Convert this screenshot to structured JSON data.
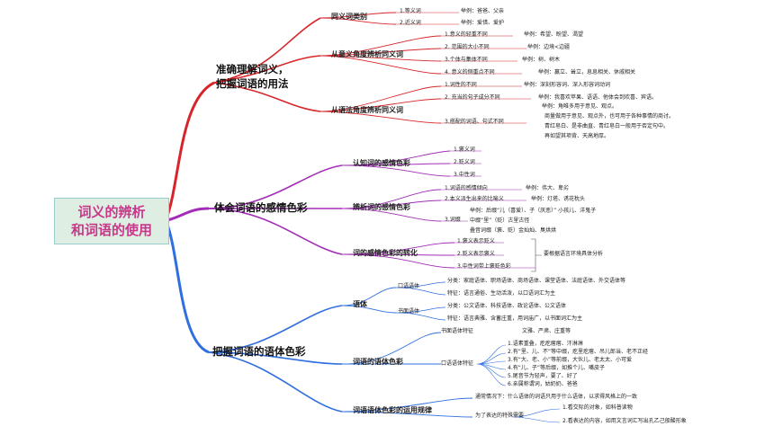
{
  "root": {
    "line1": "词义的辨析",
    "line2": "和词语的使用"
  },
  "branches": [
    {
      "label": "准确理解词义，",
      "label2": "把握词语的用法",
      "children": [
        {
          "label": "同义词类别",
          "items": [
            {
              "label": "1.等义词",
              "example": "举例：爸爸、父亲"
            },
            {
              "label": "2.近义词",
              "example": "举例：爱惜、爱护"
            }
          ]
        },
        {
          "label": "从意义角度辨析同义词",
          "items": [
            {
              "label": "1.意义的轻重不同",
              "example": "举例：希望、盼望、渴望"
            },
            {
              "label": "2. 范围的大小不同",
              "example": "举例：边境<边疆"
            },
            {
              "label": "3.个体与集体不同",
              "example": "举例：树、树木"
            },
            {
              "label": "4. 意义的侧重点不同",
              "example": "举例：赢立、耸立，息息相关、休戚相关"
            }
          ]
        },
        {
          "label": "从语法角度辨析同义词",
          "items": [
            {
              "label": "1.词性的不同",
              "example": "举例：深刻形容词、深入形容词动词"
            },
            {
              "label": "2. 充当的句子成分不同",
              "example": "举例：我喜欢苹果、语语、他体会到欢喜、宾语。"
            },
            {
              "label": "3.搭配的词语、句式不同",
              "example": "举例：角唯多用于意见、观点。",
              "extra": [
                "商量做用于意见、观点外，也可用于各种事情的商讨。",
                "青红皂白、是非曲直、青红皂白一般用于否定句中。",
                "再如望其项背、天高地厚。"
              ]
            }
          ]
        }
      ]
    },
    {
      "label": "体会词语的感情色彩",
      "children": [
        {
          "label": "认知词的感情色彩",
          "items": [
            {
              "label": "1.褒义词"
            },
            {
              "label": "2.贬义词"
            },
            {
              "label": "3.中性词"
            }
          ]
        },
        {
          "label": "辨析词的感情色彩",
          "items": [
            {
              "label": "1.词语的感情倾向",
              "example": "举例：伟大、卑劣"
            },
            {
              "label": "2.本义派生出来的比喻义",
              "example": "举例：灯塔、诱花枕头"
            },
            {
              "label": "3.词缀",
              "extra": [
                "举例：后缀“儿（喜爱）、子（厌恶）”  小孩儿、洋鬼子",
                "中缀“里”（贬）古里古怪",
                "叠音词缀（褒、贬）金灿灿、臭烘烘"
              ]
            }
          ]
        },
        {
          "label": "词的感情色彩的转化",
          "items": [
            {
              "label": "1.褒义表示贬义"
            },
            {
              "label": "2.贬义表示褒义"
            },
            {
              "label": "3.中性词带上褒贬色彩"
            }
          ],
          "note": "要根据语言环境具体分析"
        }
      ]
    },
    {
      "label": "把握词语的语体色彩",
      "children": [
        {
          "label": "语体",
          "items": [
            {
              "label": "口语语体",
              "lines": [
                "分类：家庭语体、职场语体、商场语体、课堂语体、法庭语体、外交语体等",
                "特征：语言通俗、生动活泼，以口语词汇为主"
              ]
            },
            {
              "label": "书面语体",
              "lines": [
                "分类：公文语体、科技语体、政论语体、公文语体",
                "特征：语言典雅、含蓄庄重，用词庙广，以书面词汇为主"
              ]
            }
          ]
        },
        {
          "label": "词语的语体色彩",
          "items": [
            {
              "label": "书面语体特征",
              "lines": [
                "文雅、严肃、庄重等"
              ]
            },
            {
              "label": "口语语体特征",
              "lines": [
                "1.语素重叠，疙疙瘩瘩、汗淋淋",
                "2.有“里、儿、不”等中缀，疙里疙瘩、吊儿郎当、老不正经",
                "3.有“大、老、小”等前缀，大伙儿、老太太、小可爱",
                "4.有“儿、子”等后缀，如推个儿、嘴皮子",
                "5.尾音节为轻声，要了、好了",
                "6.亲属称谓词，姑奶奶、爸爸"
              ]
            }
          ]
        },
        {
          "label": "词语语体色彩的运用规律",
          "items": [
            {
              "label": "通常情况下：什么语体的词语只用于什么语体，以求得风格上的一致"
            },
            {
              "label": "为了表达的特殊需要",
              "lines": [
                "1.看交际的对象，如科普读物",
                "2.看表达的内容，如用文言词汇写出孔乙己般酸形象"
              ]
            }
          ]
        }
      ]
    }
  ],
  "colors": {
    "b1": "#d7262b",
    "b2": "#a32db8",
    "b3": "#2f6fe0",
    "root_text": "#c8378a",
    "root_bg": "#dfeee3"
  }
}
